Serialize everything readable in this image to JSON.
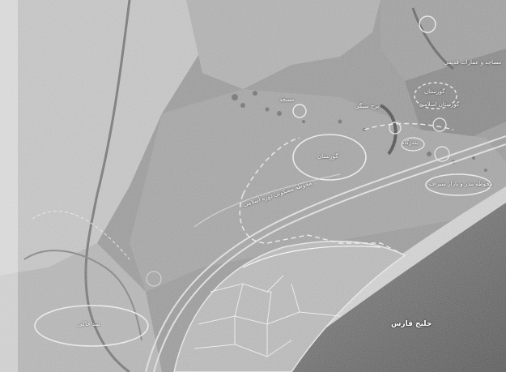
{
  "map": {
    "labels": {
      "heritage_mosques": "مساجد و عمارات قدیمی",
      "cemetery_north": "گورستان",
      "cemetery_east": "گورستان اسلامی",
      "small_site": "مسجد",
      "tower_site": "برج سنگی",
      "cemetery_big": "گورستان",
      "old_harbor": "بندرگاه",
      "old_port_area": "محوطه بندر و بازار سیراف",
      "islamic_settlement": "محوطه مسکونی دوره اسلامی",
      "dam_area": "سد خاکی",
      "sea": "خلیج فارس"
    }
  }
}
